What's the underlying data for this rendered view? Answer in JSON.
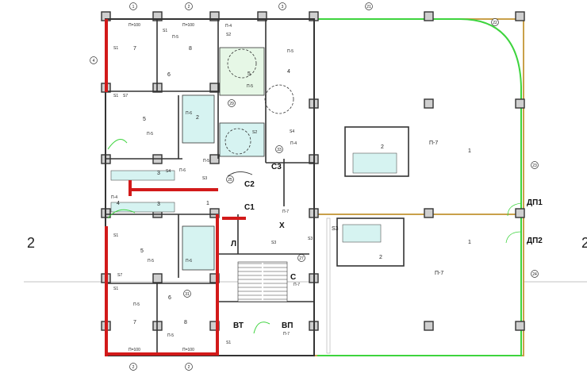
{
  "axis_labels": {
    "left": "2",
    "right": "2"
  },
  "room_numbers": {
    "r7_top": "7",
    "r8_top": "8",
    "r6_top": "6",
    "r5_left": "5",
    "r3a": "3",
    "r3b": "3",
    "r4": "4",
    "r1_mid": "1",
    "r5_lower": "5",
    "r6_lower": "6",
    "r7_lower": "7",
    "r8_lower": "8",
    "r2_a": "2",
    "r2_b": "2",
    "r2_c": "2",
    "r4_right": "4",
    "r5_wc": "5",
    "office_1_top": "1",
    "office_1_bottom": "1"
  },
  "space_labels": {
    "c1": "С1",
    "c2": "С2",
    "c3": "С3",
    "x": "Х",
    "l": "Л",
    "c": "С",
    "vt": "ВТ",
    "vp": "ВП",
    "dp1": "ДП1",
    "dp2": "ДП2"
  },
  "codes": {
    "p15": "П-5",
    "p14": "П-4",
    "p16": "П-6",
    "p17": "П-7",
    "s1": "S1",
    "s2": "S2",
    "s3": "S3",
    "s4": "S4",
    "s7": "S7",
    "pl100": "П=100"
  },
  "grid_bubbles": [
    "1",
    "2",
    "3",
    "4",
    "21",
    "22",
    "23",
    "24",
    "25",
    "27",
    "29",
    "31",
    "33"
  ],
  "colors": {
    "wall": "#333333",
    "red_wall": "#d21a1a",
    "green_line": "#3ed43e",
    "column_fill": "#cfcfcf",
    "gold": "#c9a04a",
    "cyan_fill": "#d6f3f1"
  }
}
